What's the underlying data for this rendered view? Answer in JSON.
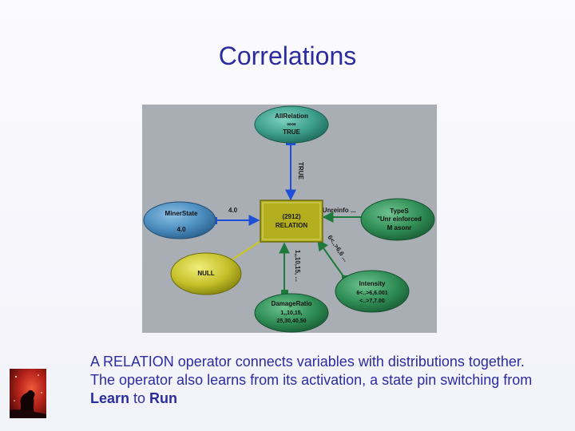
{
  "slide": {
    "title": "Correlations"
  },
  "diagram": {
    "center": {
      "line1": "(2912)",
      "line2": "RELATION"
    },
    "nodes": {
      "allrelation": {
        "line1": "AllRelation",
        "line2": "∞∞",
        "line3": "TRUE"
      },
      "minerstate": {
        "line1": "MinerState",
        "line2": "4.0"
      },
      "types": {
        "line1": "TypeS",
        "line2": "\"Unr einforced",
        "line3": "M asonr"
      },
      "null": {
        "line1": "NULL"
      },
      "intensity": {
        "line1": "Intensity",
        "line2": "6<..>6,6.001",
        "line3": "<..>7,7.00"
      },
      "damageratio": {
        "line1": "DamageRatio",
        "line2": "1,,10,15,",
        "line3": "25,30,40,50"
      }
    },
    "edges": {
      "allrelation_label": "TRUE",
      "minerstate_label": "4.0",
      "types_label": "\"Unreinfo ...",
      "intensity_label": "6<..>6,6 ...",
      "damageratio_label": "1,,10,15, ..."
    },
    "colors": {
      "background": "#a9aeb5",
      "teal_node": "#2e8a78",
      "blue_node": "#3f7fb0",
      "olive_node": "#a8a61c",
      "center_box": "#b2ae1e",
      "blue_arrow": "#1e4fd8",
      "green_arrow": "#1e7a3c",
      "olive_line": "#c9c820"
    }
  },
  "caption": {
    "text_before": "A RELATION operator connects variables with distributions together. The operator also learns from its activation, a state pin switching from ",
    "learn": "Learn",
    "middle": " to ",
    "run": "Run"
  },
  "logo": {
    "icon": "horsehead-nebula-icon"
  }
}
